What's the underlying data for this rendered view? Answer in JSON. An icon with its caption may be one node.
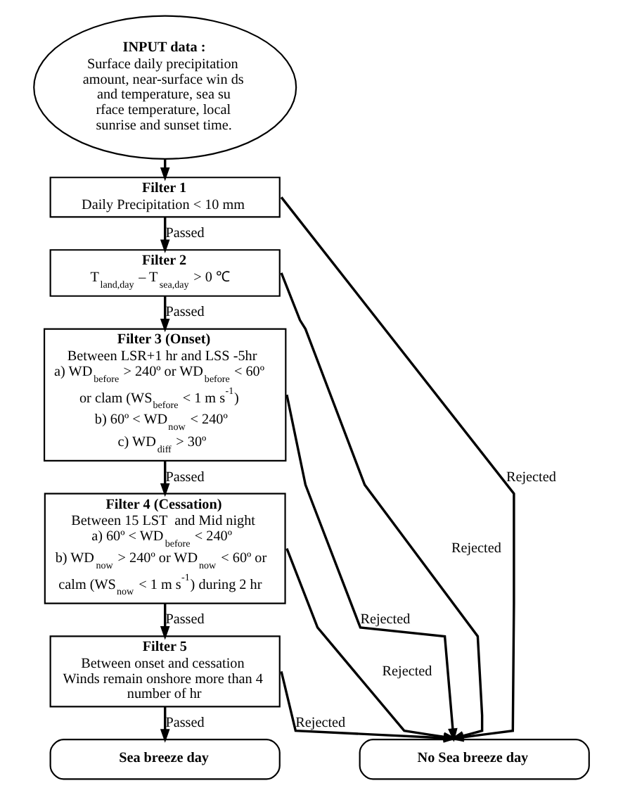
{
  "diagram": {
    "nodes": [
      {
        "text": [
          "INPUT data :",
          "Surface daily precipitation amount, near-surface win ds and temperature, sea su rface temperature, local sunrise and sunset time."
        ]
      },
      {
        "text": [
          "Filter 1",
          "Daily Precipitation < 10 mm"
        ]
      },
      {
        "text": [
          "Filter 2",
          "T$_{land,day}$ – T$_{sea,day}$ > 0 ℃"
        ]
      },
      {
        "text": [
          "Filter 3 (Onset)",
          "Between LSR+1 hr and LSS -5hr",
          "a) WD$_{before}$ > 240º or WD$_{before}$ < 60º or clam (WS$_{before}$ < 1 m s$^{-1}$)",
          "b) 60º < WD$_{now}$ < 240º",
          "c) WD$_{diff}$ > 30º"
        ]
      },
      {
        "text": [
          "Filter 4 (Cessation)",
          "Between 15 LST  and Mid night",
          "a) 60º < WD$_{before}$ < 240º",
          "b) WD$_{now}$ > 240º or WD$_{now}$ < 60º or calm (WS$_{now}$ < 1 m s$^{-1}$) during 2 hr"
        ]
      },
      {
        "text": [
          "Filter 5",
          "Between onset and cessation",
          "Winds remain onshore more than 4 number of hr"
        ]
      },
      {
        "text": [
          "Sea breeze day"
        ]
      },
      {
        "text": [
          "No Sea breeze day"
        ]
      }
    ],
    "edges": [
      {
        "from": 0,
        "to": 1,
        "arrow": "to"
      },
      {
        "from": 1,
        "to": 7,
        "arrow": "to",
        "label": "Rejected"
      },
      {
        "from": 1,
        "to": 2,
        "arrow": "to",
        "label": "Passed"
      },
      {
        "from": 2,
        "to": 7,
        "arrow": "to",
        "label": "Rejected"
      },
      {
        "from": 2,
        "to": 3,
        "arrow": "to",
        "label": "Passed"
      },
      {
        "from": 3,
        "to": 7,
        "arrow": "to",
        "label": "Rejected"
      },
      {
        "from": 3,
        "to": 4,
        "arrow": "to",
        "label": "Passed"
      },
      {
        "from": 4,
        "to": 7,
        "arrow": "to",
        "label": "Rejected"
      },
      {
        "from": 4,
        "to": 5,
        "arrow": "to",
        "label": "Passed"
      },
      {
        "from": 5,
        "to": 7,
        "arrow": "to",
        "label": "Rejected"
      },
      {
        "from": 5,
        "to": 6,
        "arrow": "to",
        "label": "Passed"
      }
    ]
  }
}
